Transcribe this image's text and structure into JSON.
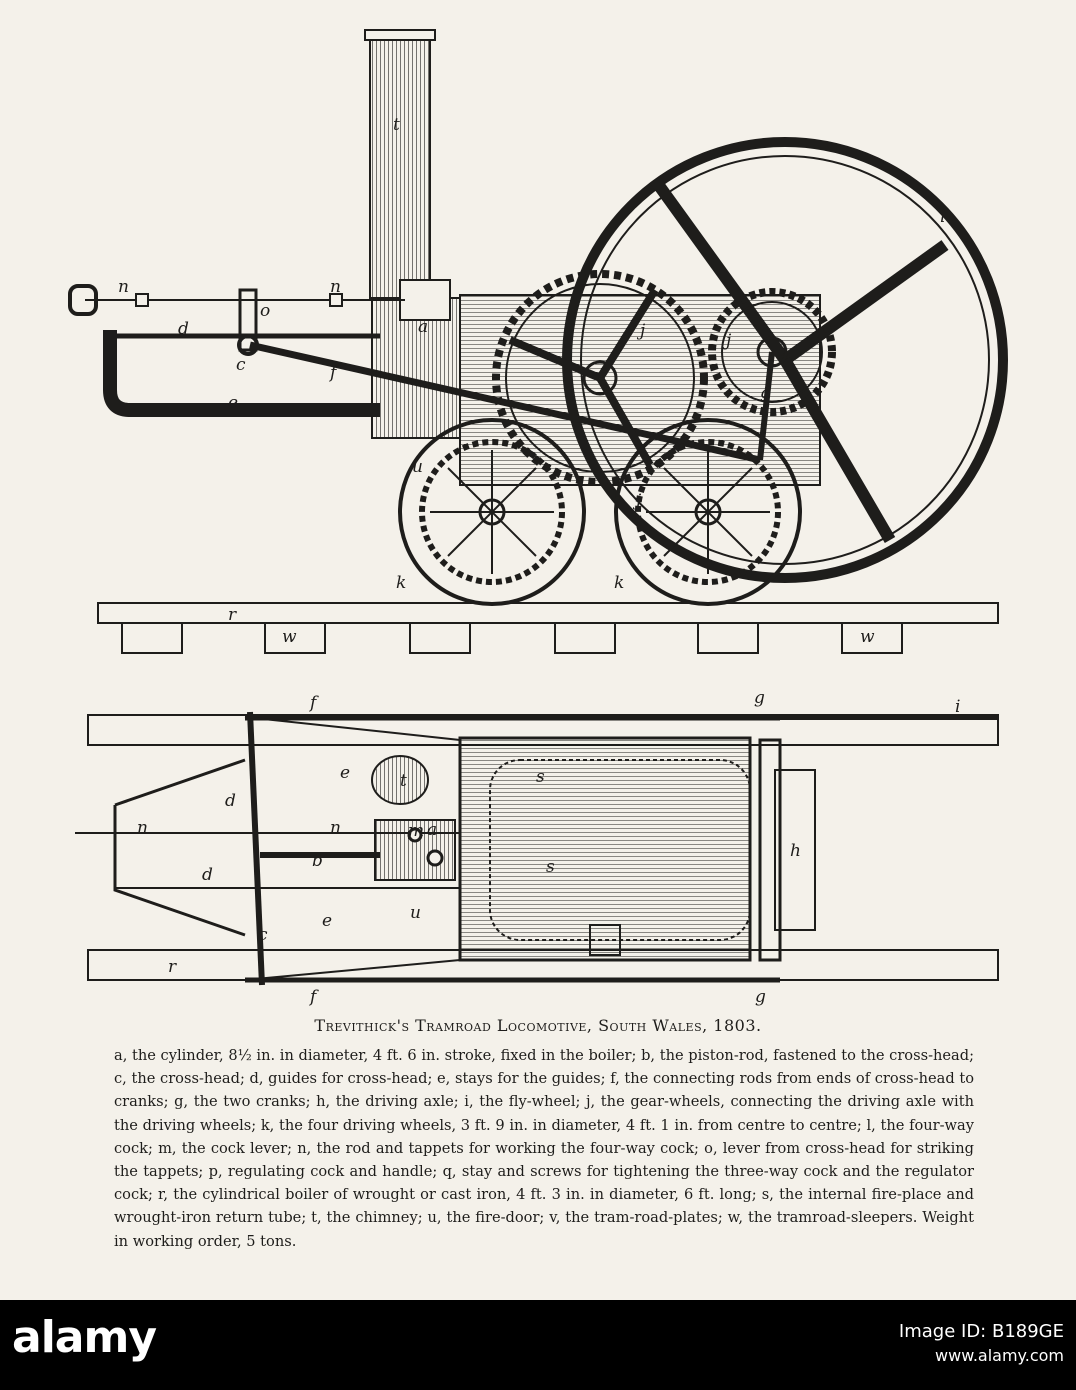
{
  "caption": {
    "title": "Trevithick's Tramroad Locomotive, South Wales, 1803.",
    "text": "a, the cylinder, 8½ in. in diameter, 4 ft. 6 in. stroke, fixed in the boiler; b, the piston-rod, fastened to the cross-head; c, the cross-head; d, guides for cross-head; e, stays for the guides; f, the connecting rods from ends of cross-head to cranks; g, the two cranks; h, the driving axle; i, the fly-wheel; j, the gear-wheels, connecting the driving axle with the driving wheels; k, the four driving wheels, 3 ft. 9 in. in diameter, 4 ft. 1 in. from centre to centre; l, the four-way cock; m, the cock lever; n, the rod and tappets for working the four-way cock; o, lever from cross-head for striking the tappets; p, regulating cock and handle; q, stay and screws for tightening the three-way cock and the regulator cock; r, the cylindrical boiler of wrought or cast iron, 4 ft. 3 in. in diameter, 6 ft. long; s, the internal fire-place and wrought-iron return tube; t, the chimney; u, the fire-door; v, the tram-road-plates; w, the tramroad-sleepers. Weight in working order, 5 tons."
  },
  "side_view_labels": {
    "chimney": "t",
    "rod_n1": "n",
    "rod_n2": "n",
    "lever": "o",
    "guide": "d",
    "crosshead": "c",
    "conn_rod": "f",
    "stay": "e",
    "cylinder": "a",
    "gear_j1": "j",
    "gear_j2": "j",
    "gear_j3": "j",
    "crank": "g",
    "flywheel": "i",
    "door": "u",
    "wheel_k1": "k",
    "wheel_k2": "k",
    "rail": "r",
    "sleeper_w1": "w",
    "sleeper_w2": "w"
  },
  "plan_view_labels": {
    "f_top": "f",
    "g_top": "g",
    "i_top": "i",
    "e_top": "e",
    "t": "t",
    "s_top": "s",
    "d_top": "d",
    "n1": "n",
    "n2": "n",
    "m": "m",
    "a": "a",
    "b": "b",
    "s_mid": "s",
    "h": "h",
    "d_bot": "d",
    "u": "u",
    "c": "c",
    "e_bot": "e",
    "r": "r",
    "f_bot": "f",
    "g_bot": "g"
  },
  "footer": {
    "logo": "alamy",
    "image_id": "Image ID: B189GE",
    "url": "www.alamy.com"
  },
  "colors": {
    "ink": "#1e1d1b",
    "paper": "#f4f1ea",
    "footer": "#000000"
  }
}
